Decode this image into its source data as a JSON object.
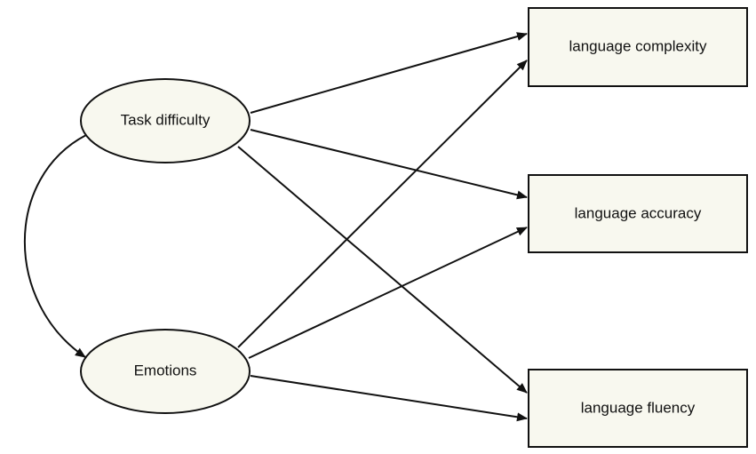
{
  "diagram": {
    "latent_nodes": [
      {
        "id": "task",
        "label": "Task difficulty"
      },
      {
        "id": "emotions",
        "label": "Emotions"
      }
    ],
    "observed_nodes": [
      {
        "id": "complexity",
        "label": "language complexity"
      },
      {
        "id": "accuracy",
        "label": "language accuracy"
      },
      {
        "id": "fluency",
        "label": "language fluency"
      }
    ],
    "paths": [
      {
        "from": "task",
        "to": "complexity"
      },
      {
        "from": "task",
        "to": "accuracy"
      },
      {
        "from": "task",
        "to": "fluency"
      },
      {
        "from": "emotions",
        "to": "complexity"
      },
      {
        "from": "emotions",
        "to": "accuracy"
      },
      {
        "from": "emotions",
        "to": "fluency"
      }
    ],
    "covariances": [
      {
        "between": [
          "task",
          "emotions"
        ]
      }
    ]
  }
}
